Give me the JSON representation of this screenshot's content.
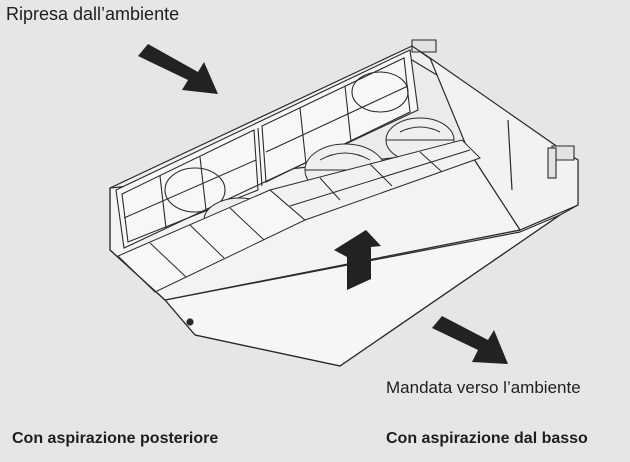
{
  "labels": {
    "intake": "Ripresa dall’ambiente",
    "outlet": "Mandata verso l’ambiente"
  },
  "captions": {
    "rear_intake": "Con aspirazione posteriore",
    "bottom_intake": "Con aspirazione dal basso"
  },
  "colors": {
    "background": "#e6e6e6",
    "line": "#2b2b2b",
    "panel_fill": "#f4f4f4",
    "shadow_fill": "#d2d2d2",
    "arrow": "#222222"
  }
}
